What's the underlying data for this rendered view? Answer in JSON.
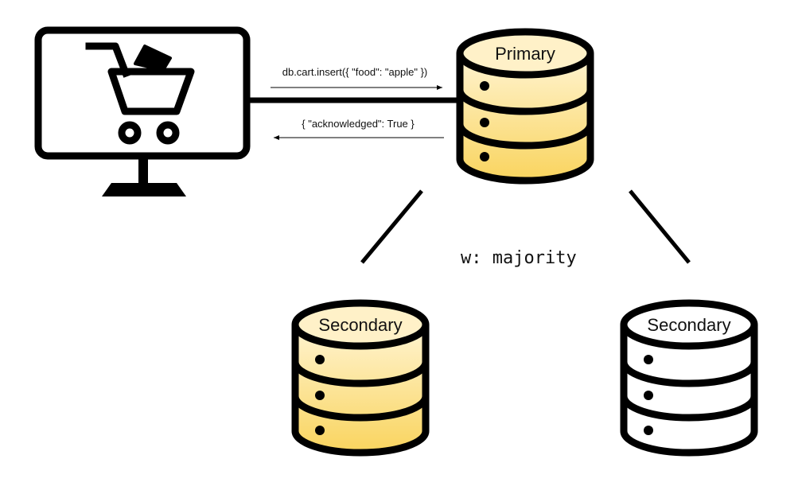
{
  "client": {
    "icon": "shopping-cart-monitor-icon"
  },
  "messages": {
    "request": "db.cart.insert({ \"food\": \"apple\" })",
    "response": "{ \"acknowledged\": True }"
  },
  "write_concern": "w: majority",
  "nodes": {
    "primary": {
      "label": "Primary",
      "state": "written",
      "fill": "#FCE3A0"
    },
    "secondary_left": {
      "label": "Secondary",
      "state": "written",
      "fill": "#FCE3A0"
    },
    "secondary_right": {
      "label": "Secondary",
      "state": "not-written",
      "fill": "#FFFFFF"
    }
  },
  "colors": {
    "stroke": "#000000",
    "written_top": "#FFF4D2",
    "written_bottom": "#F9D45E",
    "empty": "#FFFFFF"
  }
}
